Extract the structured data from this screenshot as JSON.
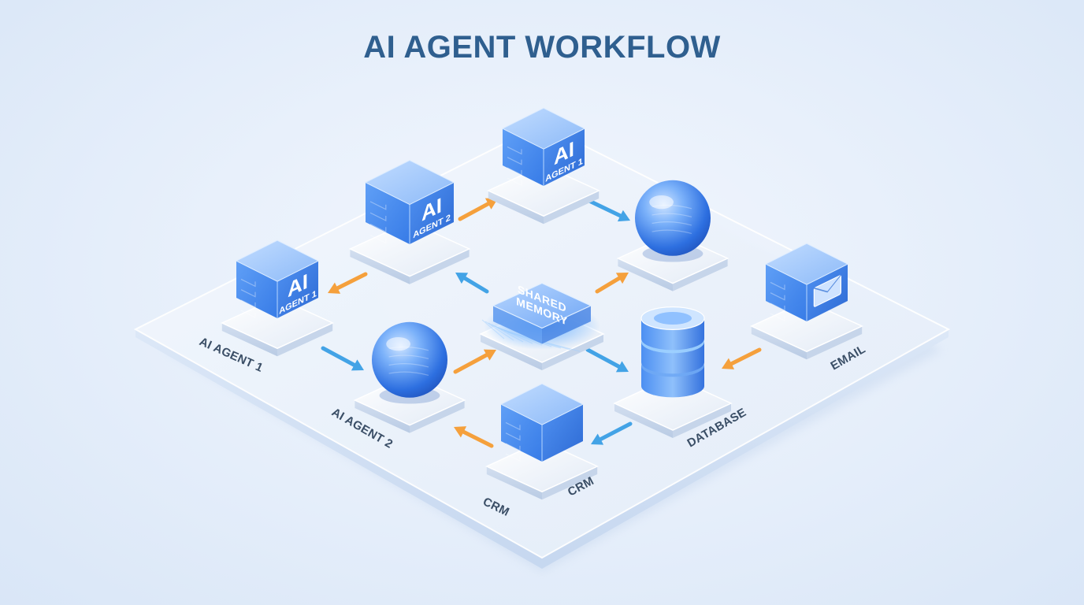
{
  "title": "AI AGENT WORKFLOW",
  "colors": {
    "cube_top": "#9cc5fb",
    "cube_left": "#3d86ef",
    "cube_right": "#2f70de",
    "arrow_orange": "#f5a03c",
    "arrow_blue": "#43a3e6",
    "label_text": "#3a4e66",
    "title_text": "#2f5f8f"
  },
  "nodes": {
    "top_cube": {
      "icon": "ai-cube-icon",
      "big": "AI",
      "small": "AGENT 1"
    },
    "left_upper_cube": {
      "icon": "ai-cube-icon",
      "big": "AI",
      "small": "AGENT 2"
    },
    "left_cube": {
      "icon": "ai-cube-icon",
      "big": "AI",
      "small": "AGENT 1"
    },
    "right_sphere": {
      "icon": "sphere-icon"
    },
    "center_sphere": {
      "icon": "sphere-icon"
    },
    "shared_memory": {
      "icon": "memory-chip-icon",
      "line1": "SHARED",
      "line2": "MEMORY"
    },
    "database": {
      "icon": "database-icon"
    },
    "email_cube": {
      "icon": "email-envelope-icon"
    },
    "crm_cube": {
      "icon": "circuit-cube-icon"
    }
  },
  "labels": {
    "agent1": "AI AGENT 1",
    "agent2": "AI AGENT 2",
    "crm_left": "CRM",
    "crm_right": "CRM",
    "database": "DATABASE",
    "email": "EMAIL"
  }
}
